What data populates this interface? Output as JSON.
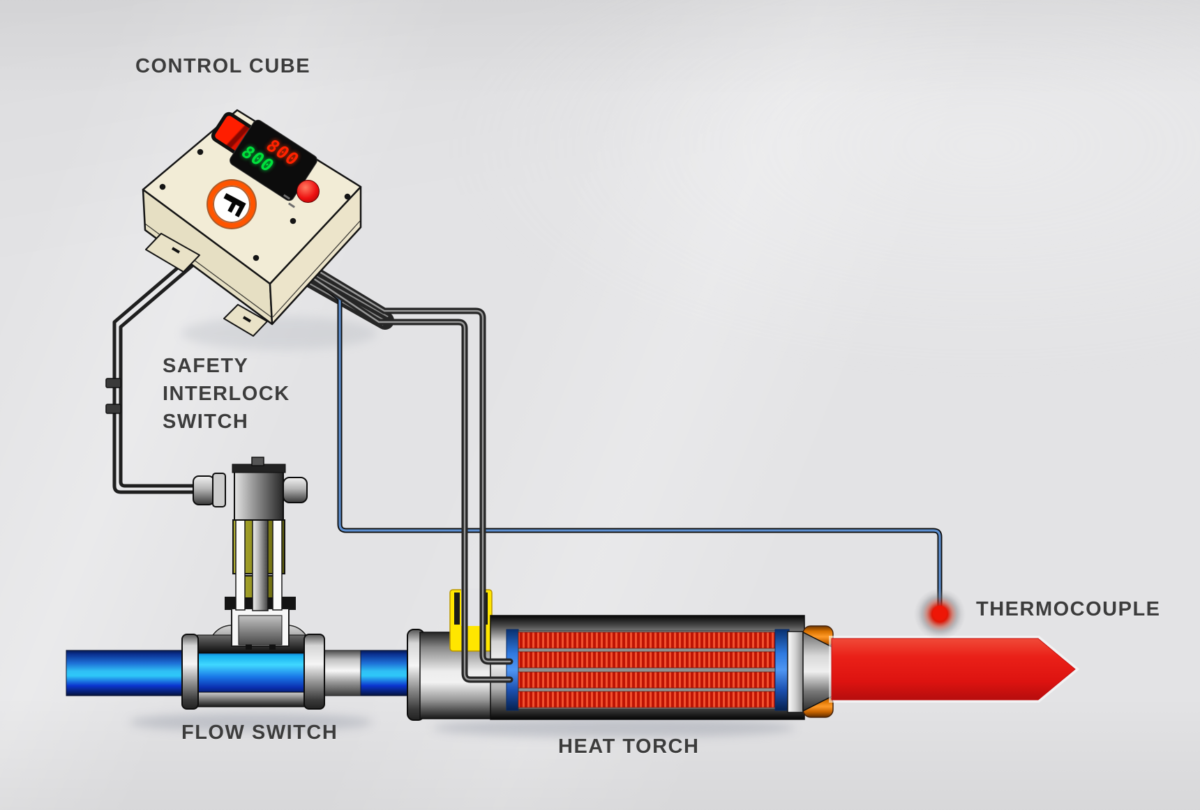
{
  "labels": {
    "control_cube": "CONTROL CUBE",
    "safety_interlock": {
      "line1": "SAFETY",
      "line2": "INTERLOCK",
      "line3": "SWITCH"
    },
    "flow_switch": "FLOW SWITCH",
    "heat_torch": "HEAT TORCH",
    "thermocouple": "THERMOCOUPLE"
  },
  "control_cube": {
    "logo_letter": "F",
    "display": {
      "line1": "800",
      "line2": "800"
    }
  },
  "colors": {
    "background_grey": "#e3e3e5",
    "cube_body_cream": "#f2ecd6",
    "led_red": "#ff2200",
    "led_green": "#00e23c",
    "rocker_red": "#ff1e00",
    "pipe_blue": "#1d6fd6",
    "pipe_cyan": "#2fc8f8",
    "solenoid_olive": "#8f8d1c",
    "terminal_yellow": "#ffe600",
    "coil_red": "#d42012",
    "torch_band_blue": "#2f7ae0",
    "end_cap_orange": "#e07800",
    "hot_air_arrow_red": "#e31717",
    "thermocouple_wire_blue": "#5d8fd0",
    "wire_dark": "#2a2a2a"
  }
}
